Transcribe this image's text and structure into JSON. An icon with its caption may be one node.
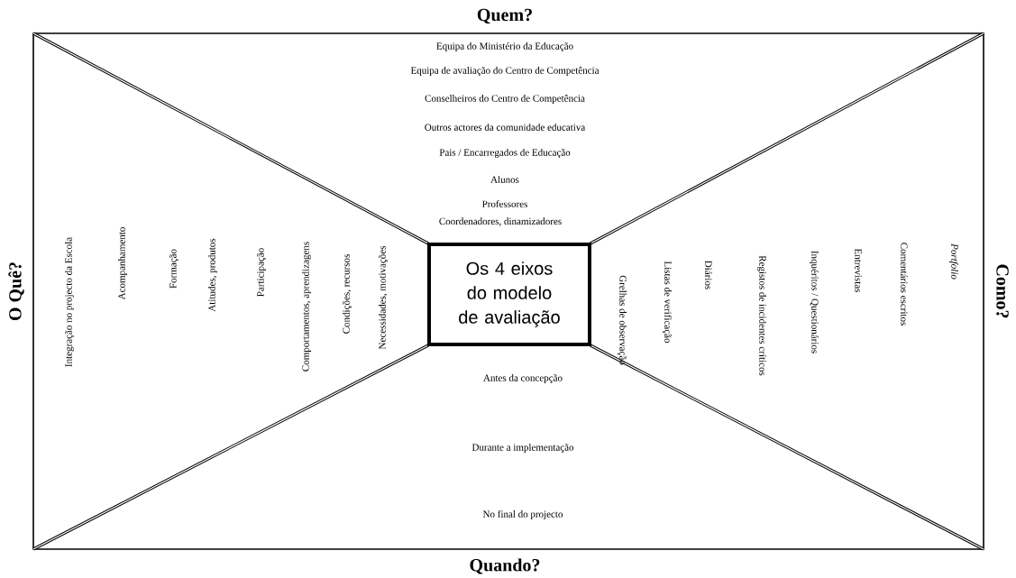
{
  "diagram": {
    "nodes": [
      {
        "text": [
          "Os 4 eixos do modelo de avaliação"
        ]
      }
    ],
    "labels": [
      "Quem?",
      "Equipa do Ministério da Educação",
      "Equipa de avaliação do Centro de Competência",
      "Conselheiros do Centro de Competência",
      "Outros actores da comunidade educativa",
      "Pais / Encarregados de Educação",
      "Alunos",
      "Professores",
      "Coordenadores, dinamizadores",
      "O Quê?",
      "Integração no projecto da Escola",
      "Acompanhamento",
      "Formação",
      "Atitudes, produtos",
      "Participação",
      "Comportamentos, aprendizagens",
      "Condições, recursos",
      "Necessidades, motivações",
      "Como?",
      "Grelhas de observação",
      "Listas de verificação",
      "Diários",
      "Registos de incidentes críticos",
      "Inquéritos / Questionários",
      "Entrevistas",
      "Comentários escritos",
      "Portfolio",
      "Quando?",
      "Antes da concepção",
      "Durante a implementação",
      "No final do projecto"
    ]
  }
}
